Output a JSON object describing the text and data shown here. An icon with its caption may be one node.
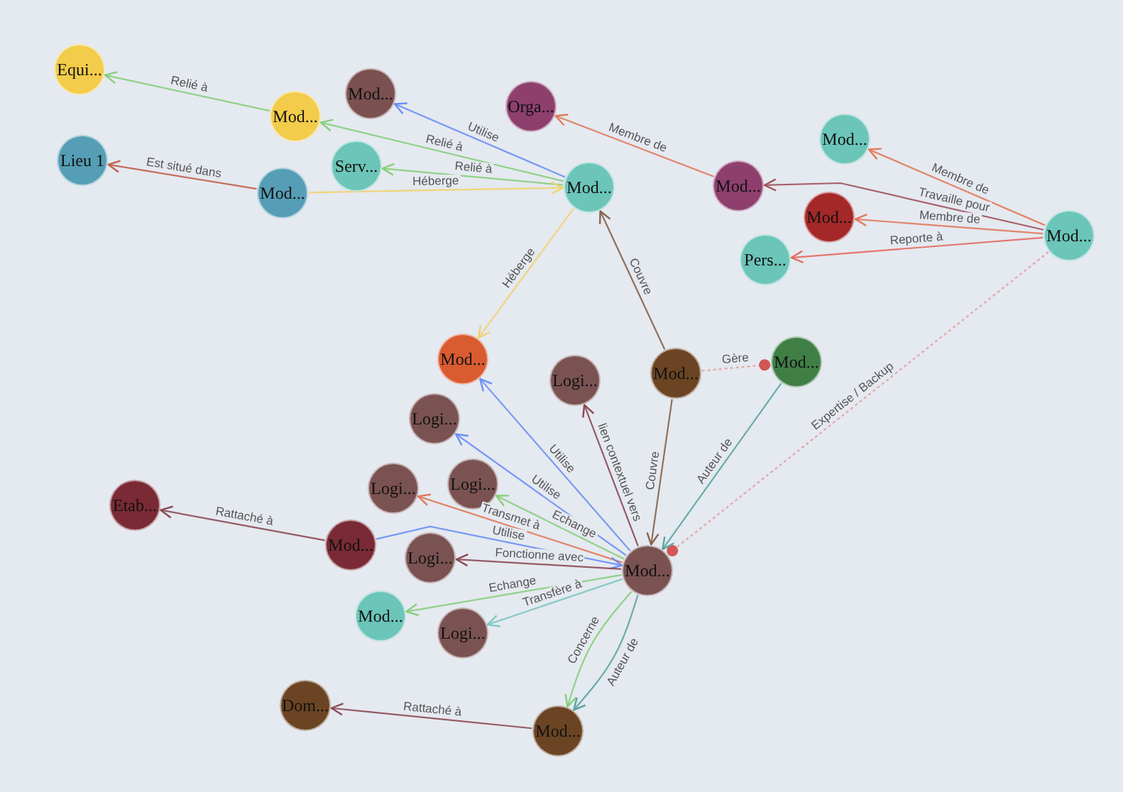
{
  "diagram": {
    "nodes": [
      {
        "text": [
          "Equi..."
        ]
      },
      {
        "text": [
          "Mod..."
        ]
      },
      {
        "text": [
          "Orga..."
        ]
      },
      {
        "text": [
          "Mod..."
        ]
      },
      {
        "text": [
          "Mod..."
        ]
      },
      {
        "text": [
          "Lieu 1"
        ]
      },
      {
        "text": [
          "Serv..."
        ]
      },
      {
        "text": [
          "Mod..."
        ]
      },
      {
        "text": [
          "Mod..."
        ]
      },
      {
        "text": [
          "Mod..."
        ]
      },
      {
        "text": [
          "Mod..."
        ]
      },
      {
        "text": [
          "Mod..."
        ]
      },
      {
        "text": [
          "Pers..."
        ]
      },
      {
        "text": [
          "Mod..."
        ]
      },
      {
        "text": [
          "Mod..."
        ]
      },
      {
        "text": [
          "Mod..."
        ]
      },
      {
        "text": [
          "Logi..."
        ]
      },
      {
        "text": [
          "Logi..."
        ]
      },
      {
        "text": [
          "Logi..."
        ]
      },
      {
        "text": [
          "Logi..."
        ]
      },
      {
        "text": [
          "Etab..."
        ]
      },
      {
        "text": [
          "Mod..."
        ]
      },
      {
        "text": [
          "Logi..."
        ]
      },
      {
        "text": [
          "Mod..."
        ]
      },
      {
        "text": [
          "Mod..."
        ]
      },
      {
        "text": [
          "Logi..."
        ]
      },
      {
        "text": [
          "Dom..."
        ]
      },
      {
        "text": [
          "Mod..."
        ]
      }
    ],
    "edges": [
      {
        "from": 3,
        "to": 0,
        "arrow": "to",
        "label": "Relié à",
        "color": "#86cf7a"
      },
      {
        "from": 8,
        "to": 1,
        "arrow": "to",
        "label": "Utilise",
        "color": "#6b8ff5"
      },
      {
        "from": 8,
        "to": 3,
        "arrow": "to",
        "label": "Relié à",
        "color": "#86cf7a"
      },
      {
        "from": 8,
        "to": 6,
        "arrow": "to",
        "label": "Relié à",
        "color": "#86cf7a"
      },
      {
        "from": 7,
        "to": 8,
        "arrow": "to",
        "label": "Héberge",
        "color": "#f2d36b"
      },
      {
        "from": 7,
        "to": 5,
        "arrow": "to",
        "label": "Est situé dans",
        "color": "#c0604a"
      },
      {
        "from": 9,
        "to": 2,
        "arrow": "to",
        "label": "Membre de",
        "color": "#e07a5a"
      },
      {
        "from": 11,
        "to": 4,
        "arrow": "to",
        "label": "Membre de",
        "color": "#e07a5a"
      },
      {
        "from": 11,
        "to": 9,
        "arrow": "to",
        "label": "Travaille pour",
        "color": "#a0505a"
      },
      {
        "from": 11,
        "to": 10,
        "arrow": "to",
        "label": "Membre de",
        "color": "#e07a5a"
      },
      {
        "from": 11,
        "to": 12,
        "arrow": "to",
        "label": "Reporte à",
        "color": "#e36a5f"
      },
      {
        "from": 8,
        "to": 13,
        "arrow": "to",
        "label": "Héberge",
        "color": "#f2d36b"
      },
      {
        "from": 14,
        "to": 8,
        "arrow": "to",
        "label": "Couvre",
        "color": "#85634a"
      },
      {
        "from": 14,
        "to": 15,
        "arrow": "other",
        "label": "Gère",
        "style": "dashed",
        "color": "#e4a3a3"
      },
      {
        "from": 11,
        "to": 23,
        "arrow": "other",
        "label": "Expertise / Backup",
        "style": "dashed",
        "color": "#e4a3a3"
      },
      {
        "from": 15,
        "to": 23,
        "arrow": "to",
        "label": "Auteur de",
        "color": "#5aa5a0"
      },
      {
        "from": 14,
        "to": 23,
        "arrow": "to",
        "label": "Couvre",
        "color": "#85634a"
      },
      {
        "from": 23,
        "to": 16,
        "arrow": "to",
        "label": "lien contextuel vers",
        "color": "#8a4a55"
      },
      {
        "from": 23,
        "to": 13,
        "arrow": "to",
        "label": "Utilise",
        "color": "#6b8ff5"
      },
      {
        "from": 23,
        "to": 17,
        "arrow": "to",
        "label": "Utilise",
        "color": "#6b8ff5"
      },
      {
        "from": 23,
        "to": 19,
        "arrow": "to",
        "label": "Echange",
        "color": "#86cf7a"
      },
      {
        "from": 23,
        "to": 18,
        "arrow": "to",
        "label": "Transmet à",
        "color": "#e07a5a"
      },
      {
        "from": 21,
        "to": 23,
        "arrow": "to",
        "label": "Utilise",
        "color": "#6b8ff5"
      },
      {
        "from": 23,
        "to": 22,
        "arrow": "to",
        "label": "Fonctionne avec",
        "color": "#8a4a55"
      },
      {
        "from": 23,
        "to": 24,
        "arrow": "to",
        "label": "Echange",
        "color": "#86cf7a"
      },
      {
        "from": 23,
        "to": 25,
        "arrow": "to",
        "label": "Transfère à",
        "color": "#7cc8c0"
      },
      {
        "from": 23,
        "to": 27,
        "arrow": "to",
        "label": "Concerne",
        "color": "#86cf7a"
      },
      {
        "from": 23,
        "to": 27,
        "arrow": "to",
        "label": "Auteur de",
        "color": "#5aa5a0"
      },
      {
        "from": 21,
        "to": 20,
        "arrow": "to",
        "label": "Rattaché à",
        "color": "#8a4a55"
      },
      {
        "from": 27,
        "to": 26,
        "arrow": "to",
        "label": "Rattaché à",
        "color": "#8a4a55"
      }
    ]
  }
}
